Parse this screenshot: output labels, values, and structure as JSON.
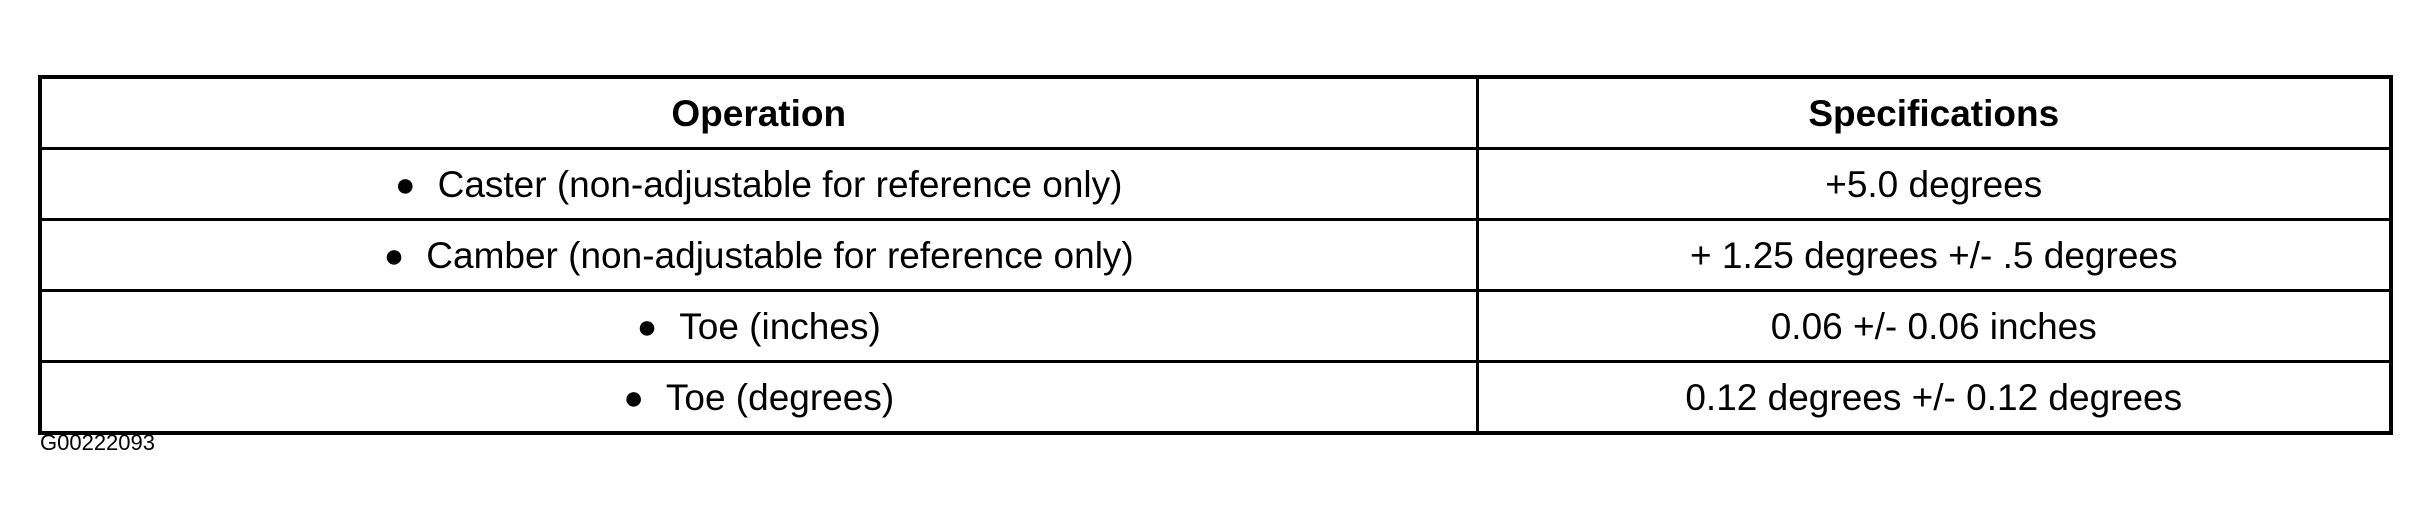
{
  "table": {
    "headers": [
      "Operation",
      "Specifications"
    ],
    "rows": [
      {
        "operation": "Caster (non-adjustable for reference only)",
        "specification": "+5.0 degrees"
      },
      {
        "operation": "Camber (non-adjustable for reference only)",
        "specification": "+ 1.25 degrees +/- .5 degrees"
      },
      {
        "operation": "Toe (inches)",
        "specification": "0.06 +/- 0.06 inches"
      },
      {
        "operation": "Toe (degrees)",
        "specification": "0.12 degrees +/- 0.12 degrees"
      }
    ],
    "bullet_glyph": "●"
  },
  "figure_id": "G00222093"
}
